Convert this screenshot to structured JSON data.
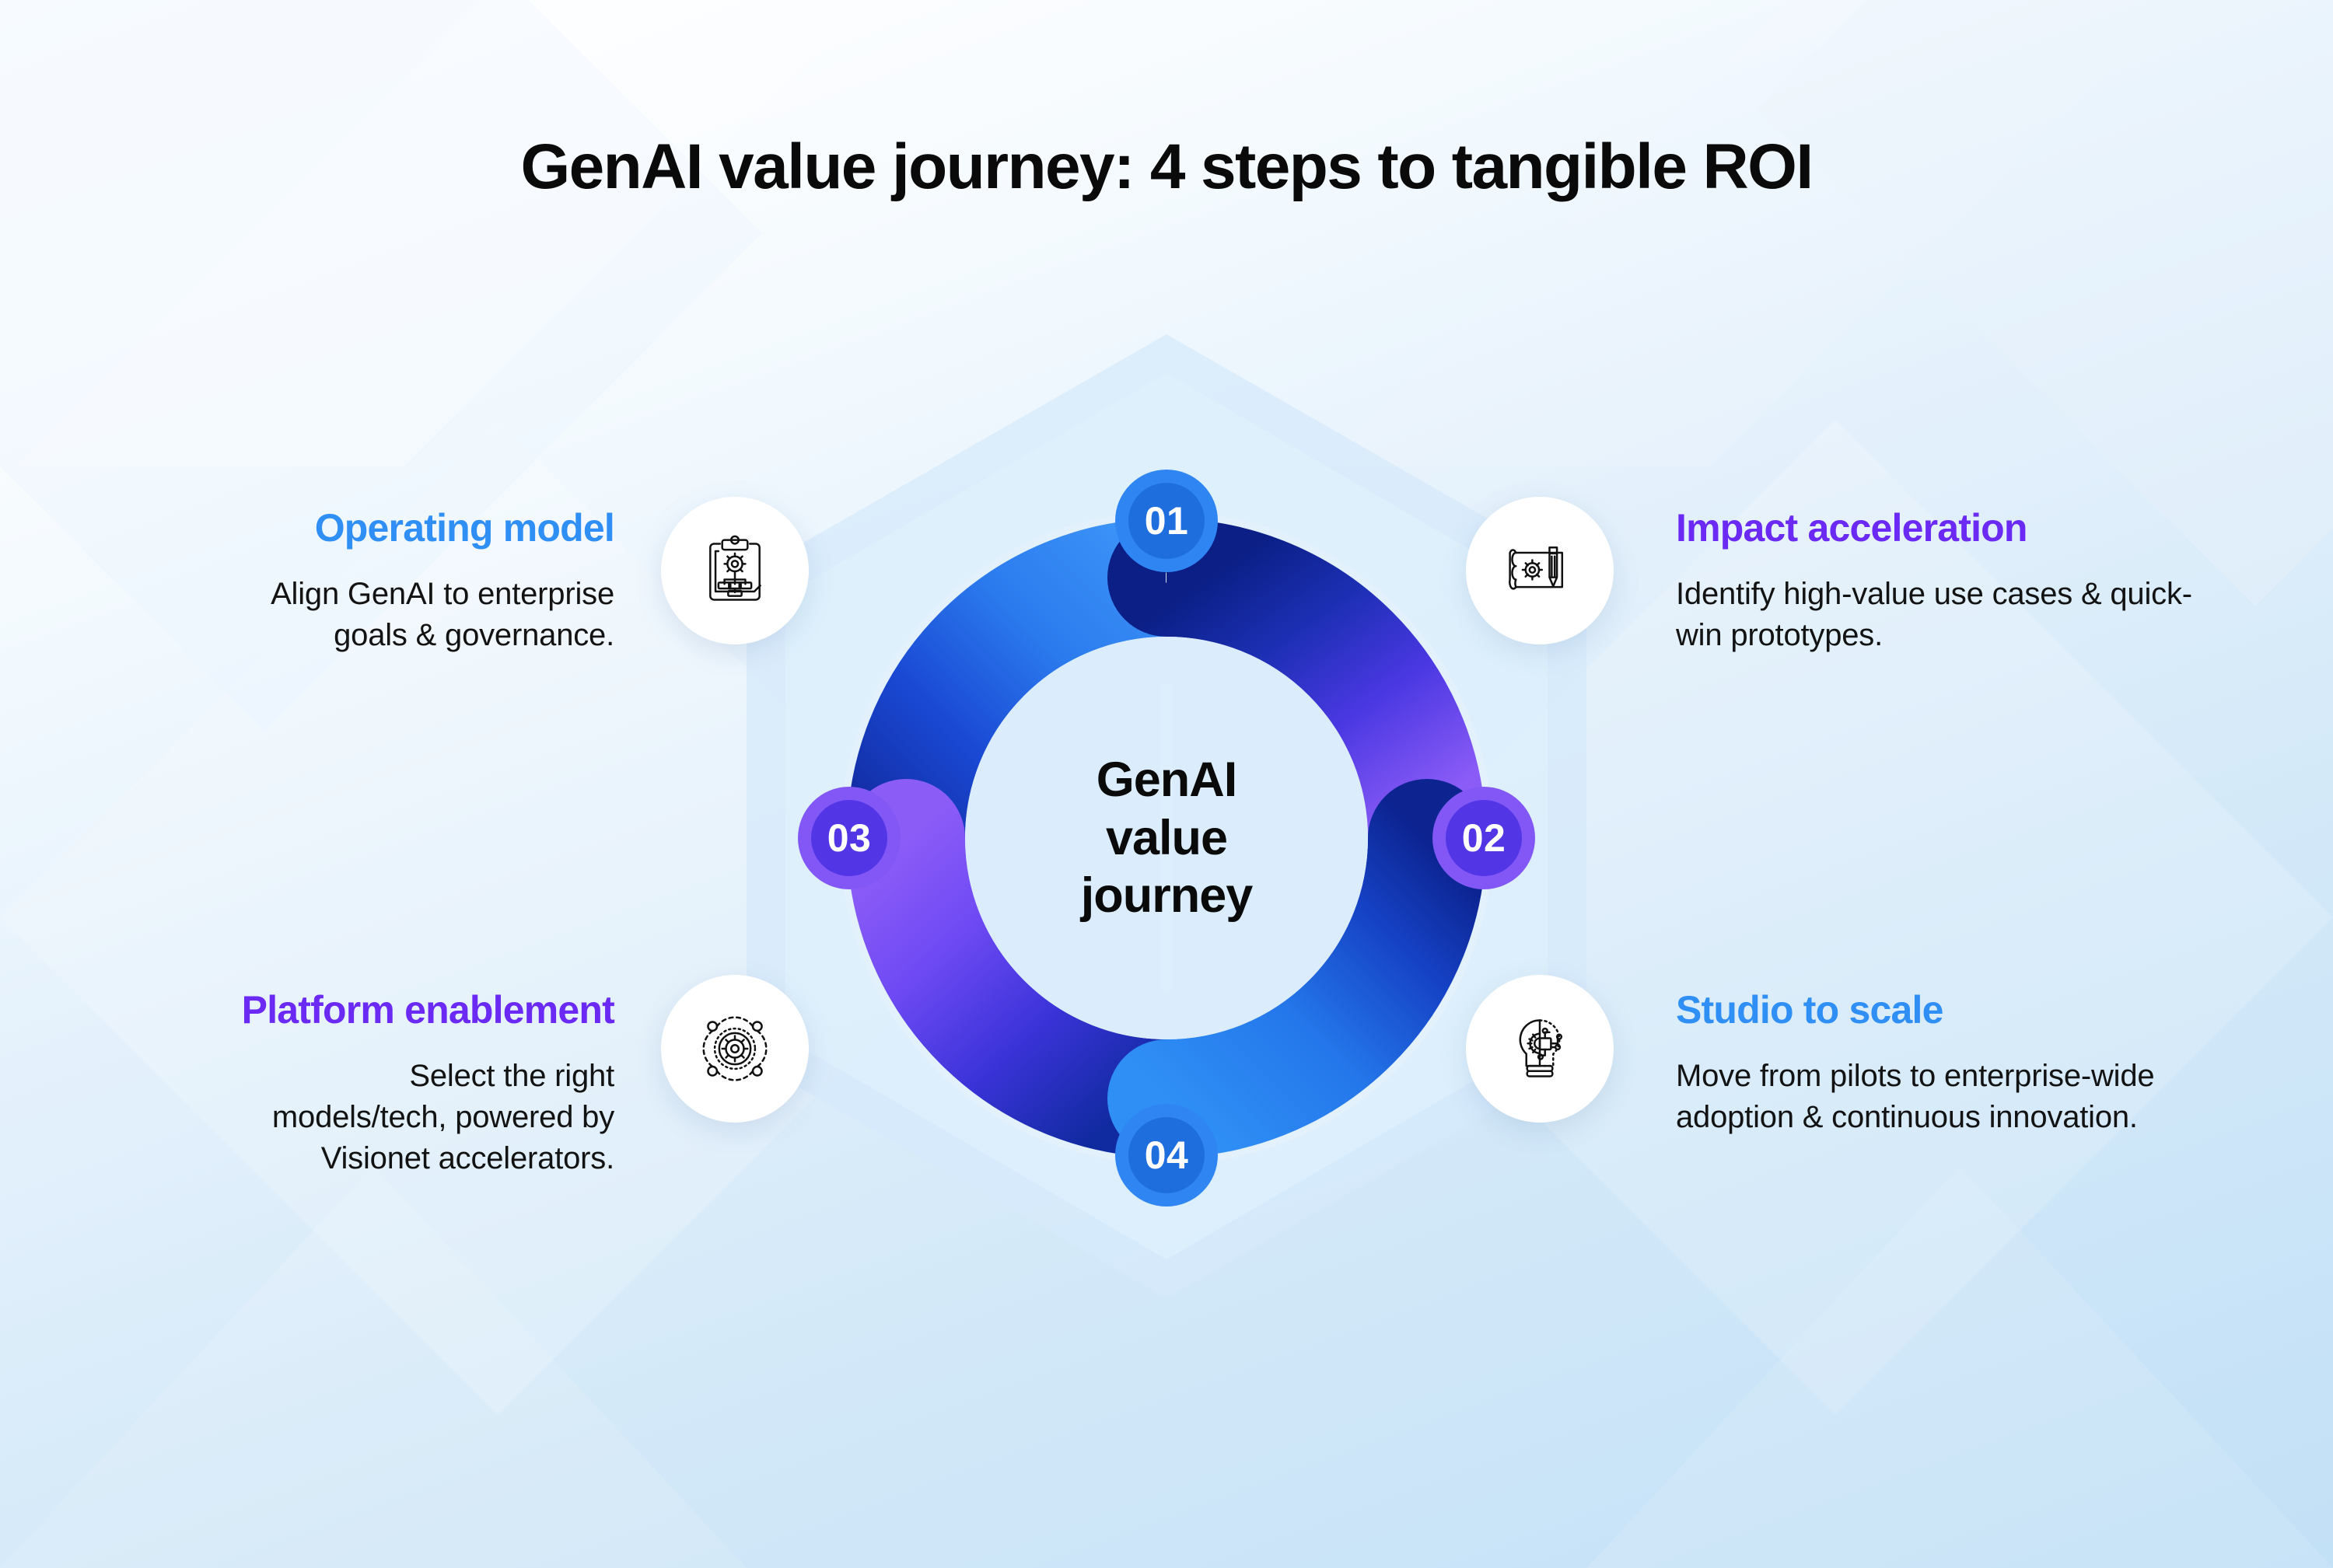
{
  "title": "GenAI value journey: 4 steps to tangible ROI",
  "center": {
    "line1": "GenAI",
    "line2": "value",
    "line3": "journey"
  },
  "colors": {
    "blue": "#2f8ff5",
    "purple": "#6a2af3",
    "badge_blue": "#2f85f2",
    "badge_purple": "#8257f5",
    "ring_navy": "#0d1f8f",
    "ring_bright_blue": "#2f8ff5",
    "ring_violet": "#8b5cf6",
    "background_top": "#ffffff",
    "background_bottom": "#c2e0f6",
    "text_dark": "#0a0a0a"
  },
  "steps": [
    {
      "number": "01",
      "badge_position": "top",
      "badge_color": "#2f85f2",
      "heading": "Operating model",
      "heading_color": "#2f8ff5",
      "body": "Align GenAI to enterprise goals & governance.",
      "icon": "clipboard-gear-flowchart-icon",
      "side": "left-top"
    },
    {
      "number": "02",
      "badge_position": "right",
      "badge_color": "#8257f5",
      "heading": "Impact acceleration",
      "heading_color": "#6a2af3",
      "body": "Identify high-value use cases & quick-win prototypes.",
      "icon": "blueprint-gear-pencil-icon",
      "side": "right-top"
    },
    {
      "number": "03",
      "badge_position": "left",
      "badge_color": "#8257f5",
      "heading": "Platform enablement",
      "heading_color": "#6a2af3",
      "body": "Select the right models/tech, powered by Visionet accelerators.",
      "icon": "gear-network-nodes-icon",
      "side": "left-bottom"
    },
    {
      "number": "04",
      "badge_position": "bottom",
      "badge_color": "#2f85f2",
      "heading": "Studio to scale",
      "heading_color": "#2f8ff5",
      "body": "Move from pilots to enterprise-wide adoption & continuous innovation.",
      "icon": "lightbulb-gear-circuit-icon",
      "side": "right-bottom"
    }
  ],
  "chart_data": {
    "type": "pie",
    "title": "GenAI value journey",
    "categories": [
      "01 Operating model",
      "02 Impact acceleration",
      "03 Platform enablement",
      "04 Studio to scale"
    ],
    "values": [
      25,
      25,
      25,
      25
    ],
    "legend_position": "around",
    "labels": [
      "01",
      "02",
      "03",
      "04"
    ]
  }
}
